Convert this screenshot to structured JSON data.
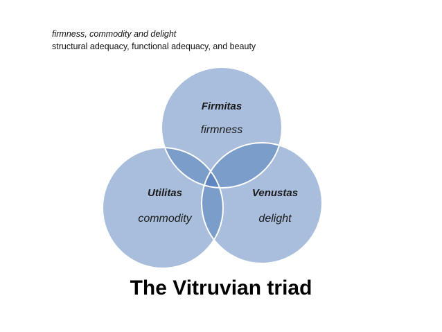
{
  "header": {
    "line1": "firmness, commodity and delight",
    "line2": "structural adequacy, functional adequacy, and beauty"
  },
  "venn": {
    "circles": [
      {
        "id": "top",
        "label": "Firmitas",
        "sublabel": "firmness"
      },
      {
        "id": "left",
        "label": "Utilitas",
        "sublabel": "commodity"
      },
      {
        "id": "right",
        "label": "Venustas",
        "sublabel": "delight"
      }
    ],
    "colors": {
      "circle_fill": "#a8bedc",
      "pair_overlap_fill": "#7b9dc9",
      "triple_overlap_fill": "#5f86c0",
      "outline": "#ffffff"
    }
  },
  "title": "The Vitruvian triad"
}
